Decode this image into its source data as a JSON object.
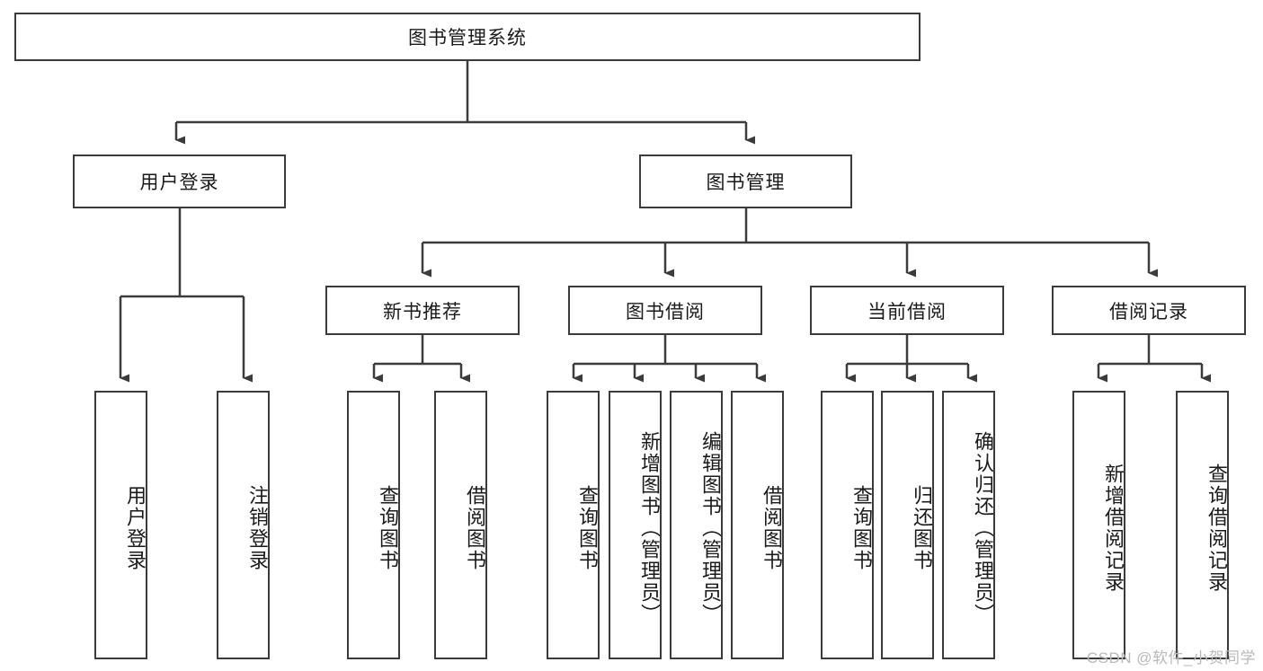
{
  "diagram": {
    "title": "图书管理系统",
    "type": "tree-hierarchy",
    "watermark": "CSDN @软件_小贺同学",
    "stroke_color": "#3b3b3b",
    "fill_color": "#ffffff",
    "text_color": "#1a1a1a",
    "watermark_color": "#b9b9b9"
  },
  "nodes": {
    "root": {
      "label": "图书管理系统",
      "orientation": "horizontal"
    },
    "l2": [
      {
        "id": "user-login",
        "label": "用户登录",
        "orientation": "horizontal"
      },
      {
        "id": "book-management",
        "label": "图书管理",
        "orientation": "horizontal"
      }
    ],
    "l3": [
      {
        "id": "new-book-recommend",
        "label": "新书推荐",
        "orientation": "horizontal"
      },
      {
        "id": "book-borrow",
        "label": "图书借阅",
        "orientation": "horizontal"
      },
      {
        "id": "current-borrow",
        "label": "当前借阅",
        "orientation": "horizontal"
      },
      {
        "id": "borrow-record",
        "label": "借阅记录",
        "orientation": "horizontal"
      }
    ],
    "leaves": [
      {
        "id": "leaf-user-login",
        "label": "用户登录",
        "parent": "user-login",
        "orientation": "vertical"
      },
      {
        "id": "leaf-logout",
        "label": "注销登录",
        "parent": "user-login",
        "orientation": "vertical"
      },
      {
        "id": "leaf-query-book-1",
        "label": "查询图书",
        "parent": "new-book-recommend",
        "orientation": "vertical"
      },
      {
        "id": "leaf-borrow-book-1",
        "label": "借阅图书",
        "parent": "new-book-recommend",
        "orientation": "vertical"
      },
      {
        "id": "leaf-query-book-2",
        "label": "查询图书",
        "parent": "book-borrow",
        "orientation": "vertical"
      },
      {
        "id": "leaf-add-book",
        "label": "新增图书（管理员）",
        "parent": "book-borrow",
        "orientation": "vertical"
      },
      {
        "id": "leaf-edit-book",
        "label": "编辑图书（管理员）",
        "parent": "book-borrow",
        "orientation": "vertical"
      },
      {
        "id": "leaf-borrow-book-2",
        "label": "借阅图书",
        "parent": "book-borrow",
        "orientation": "vertical"
      },
      {
        "id": "leaf-query-book-3",
        "label": "查询图书",
        "parent": "current-borrow",
        "orientation": "vertical"
      },
      {
        "id": "leaf-return-book",
        "label": "归还图书",
        "parent": "current-borrow",
        "orientation": "vertical"
      },
      {
        "id": "leaf-confirm-return",
        "label": "确认归还（管理员）",
        "parent": "current-borrow",
        "orientation": "vertical"
      },
      {
        "id": "leaf-add-record",
        "label": "新增借阅记录",
        "parent": "borrow-record",
        "orientation": "vertical"
      },
      {
        "id": "leaf-query-record",
        "label": "查询借阅记录",
        "parent": "borrow-record",
        "orientation": "vertical"
      }
    ]
  }
}
